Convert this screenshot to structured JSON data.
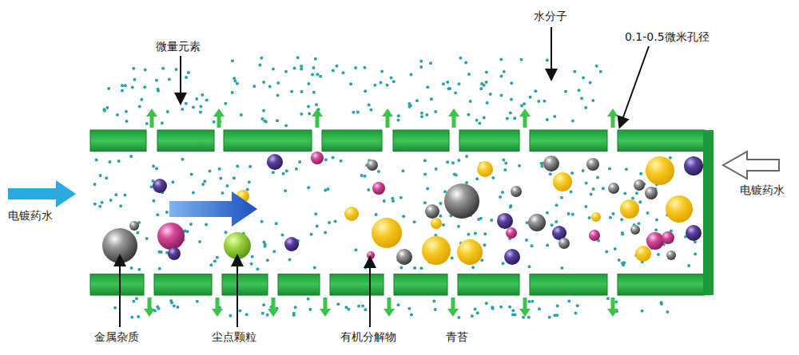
{
  "diagram": {
    "labels": [
      "微量元素",
      "水分子",
      "0.1-0.5微米孔径",
      "电镀药水",
      "电镀药水",
      "金属杂质",
      "尘点颗粒",
      "有机分解物",
      "青苔"
    ]
  }
}
